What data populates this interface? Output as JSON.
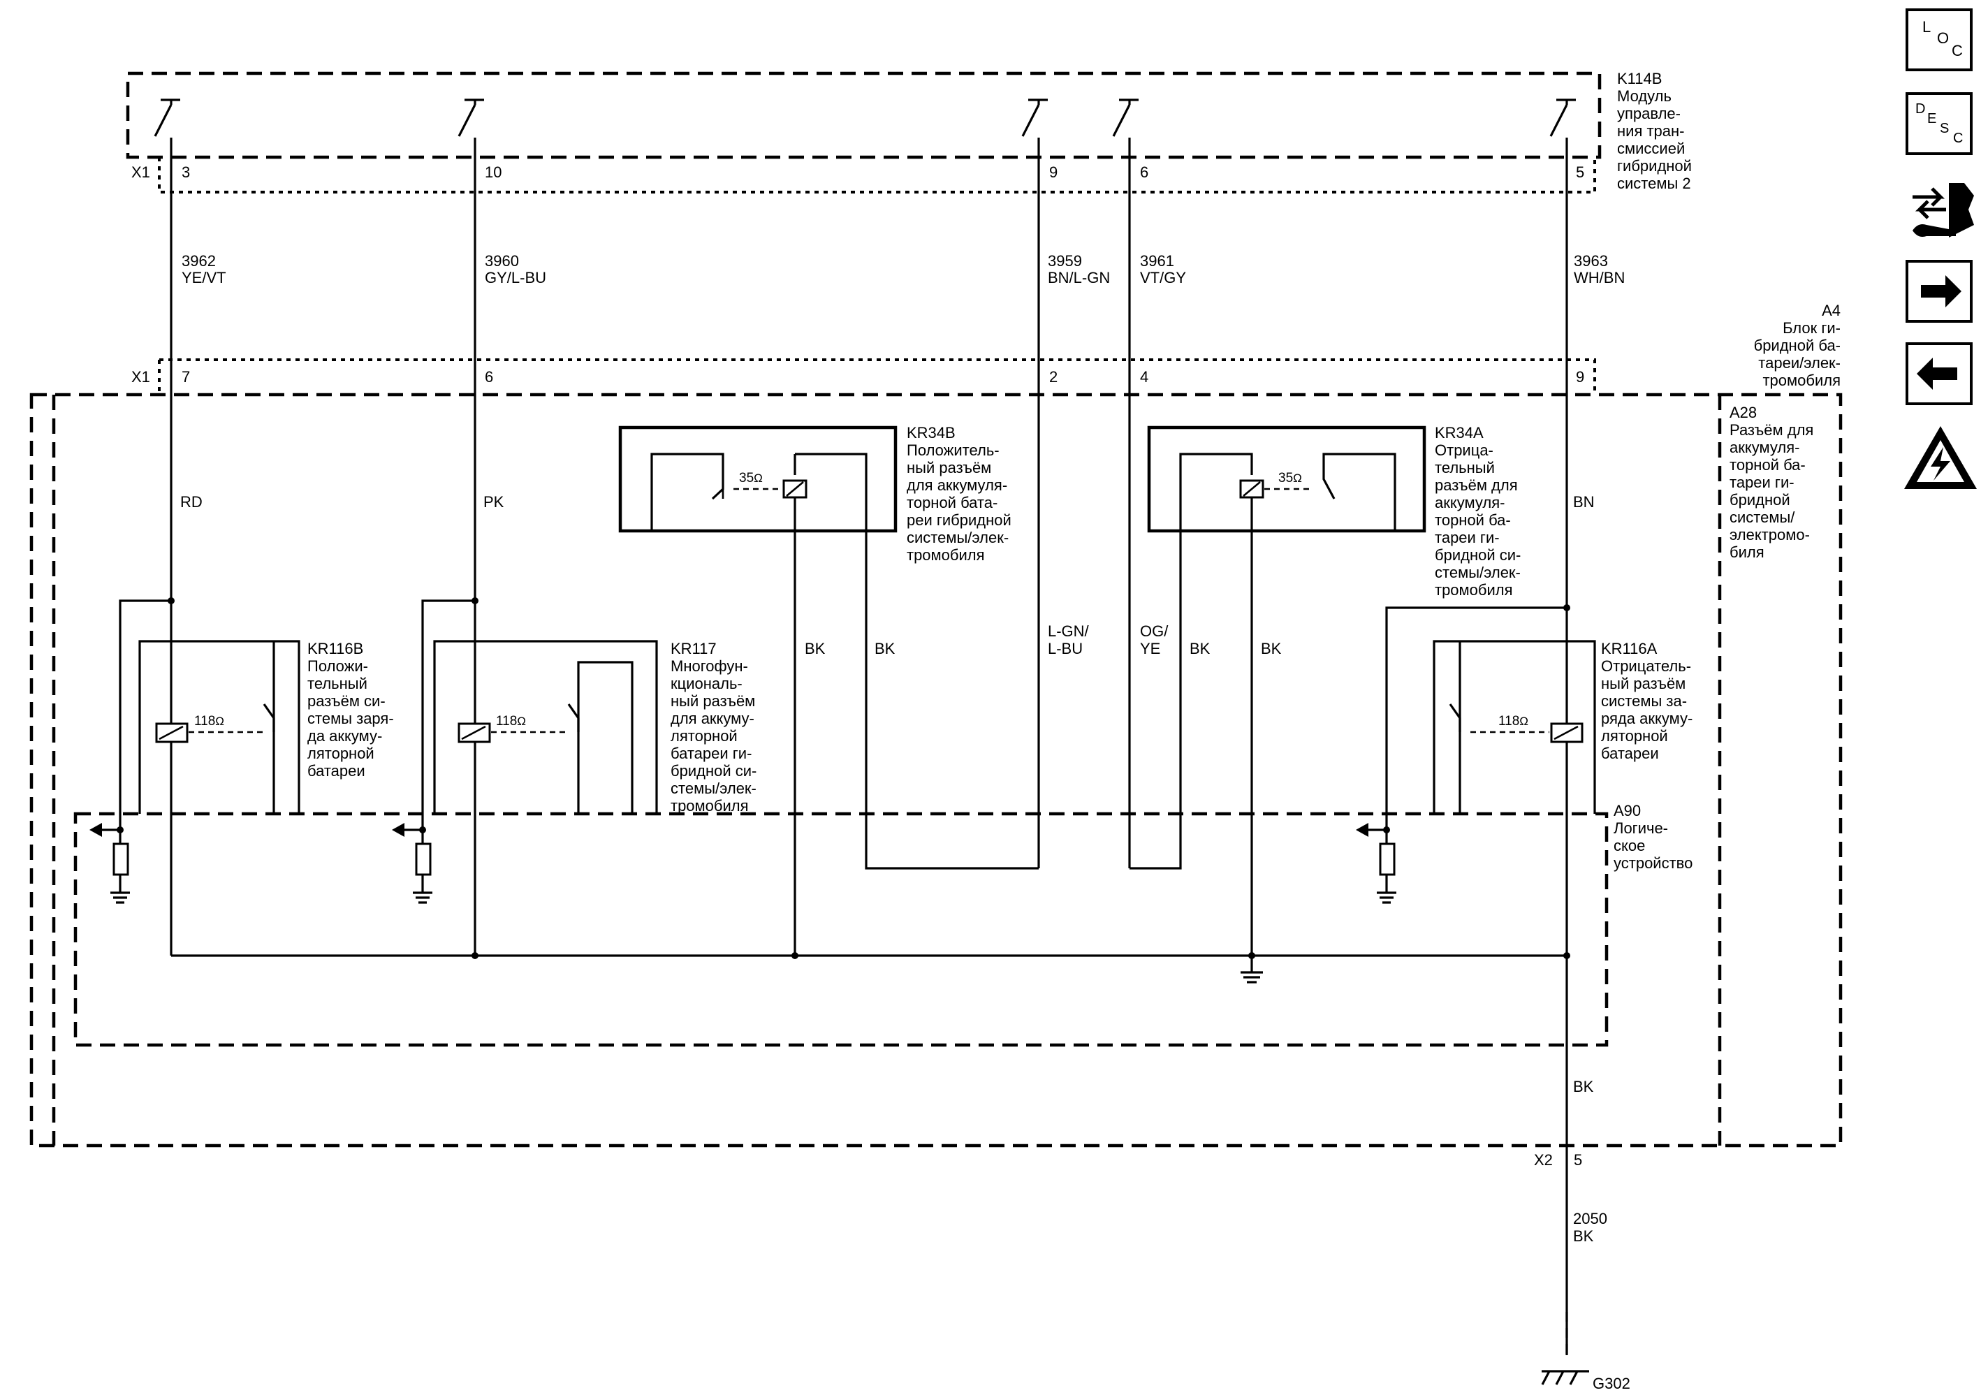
{
  "modules": {
    "k114b": {
      "id": "K114B",
      "lines": [
        "Модуль",
        "управле-",
        "ния тран-",
        "смиссией",
        "гибридной",
        "системы 2"
      ]
    },
    "a4": {
      "id": "A4",
      "lines": [
        "Блок ги-",
        "бридной ба-",
        "тареи/элек-",
        "тромобиля"
      ]
    },
    "a28": {
      "id": "A28",
      "lines": [
        "Разъём для",
        "аккумуля-",
        "торной ба-",
        "тареи ги-",
        "бридной",
        "системы/",
        "электромо-",
        "биля"
      ]
    },
    "a90": {
      "id": "A90",
      "lines": [
        "Логиче-",
        "ское",
        "устройство"
      ]
    }
  },
  "connectors": {
    "x1": "X1",
    "x2": "X2"
  },
  "circuits": [
    {
      "pin_top": "3",
      "circuit": "3962",
      "color": "YE/VT",
      "pin_bottom": "7",
      "inner": "RD"
    },
    {
      "pin_top": "10",
      "circuit": "3960",
      "color": "GY/L-BU",
      "pin_bottom": "6",
      "inner": "PK"
    },
    {
      "pin_top": "9",
      "circuit": "3959",
      "color": "BN/L-GN",
      "pin_bottom": "2"
    },
    {
      "pin_top": "6",
      "circuit": "3961",
      "color": "VT/GY",
      "pin_bottom": "4"
    },
    {
      "pin_top": "5",
      "circuit": "3963",
      "color": "WH/BN",
      "pin_bottom": "9",
      "inner": "BN"
    }
  ],
  "relays": {
    "kr34b": {
      "id": "KR34B",
      "ohm": "35",
      "lines": [
        "Положитель-",
        "ный разъём",
        "для аккумуля-",
        "торной бата-",
        "реи гибридной",
        "системы/элек-",
        "тромобиля"
      ]
    },
    "kr34a": {
      "id": "KR34A",
      "ohm": "35",
      "lines": [
        "Отрица-",
        "тельный",
        "разъём для",
        "аккумуля-",
        "торной ба-",
        "тареи ги-",
        "бридной си-",
        "стемы/элек-",
        "тромобиля"
      ]
    },
    "kr116b": {
      "id": "KR116B",
      "ohm": "118",
      "lines": [
        "Положи-",
        "тельный",
        "разъём си-",
        "стемы заря-",
        "да аккуму-",
        "ляторной",
        "батареи"
      ]
    },
    "kr117": {
      "id": "KR117",
      "ohm": "118",
      "lines": [
        "Многофун-",
        "кциональ-",
        "ный разъём",
        "для аккуму-",
        "ляторной",
        "батареи ги-",
        "бридной си-",
        "стемы/элек-",
        "тромобиля"
      ]
    },
    "kr116a": {
      "id": "KR116A",
      "ohm": "118",
      "lines": [
        "Отрицатель-",
        "ный разъём",
        "системы за-",
        "ряда аккуму-",
        "ляторной",
        "батареи"
      ]
    }
  },
  "ohm_symbol": "Ω",
  "wire_labels": {
    "bk": "BK",
    "lgn_top": "L-GN/",
    "lgn_bottom": "L-BU",
    "og_top": "OG/",
    "og_bottom": "YE"
  },
  "ground": {
    "x2_pin": "5",
    "circuit": "2050",
    "color": "BK",
    "inner": "BK",
    "id": "G302"
  },
  "sidebar": {
    "loc": [
      "L",
      "O",
      "C"
    ],
    "desc": [
      "D",
      "E",
      "S",
      "C"
    ]
  }
}
